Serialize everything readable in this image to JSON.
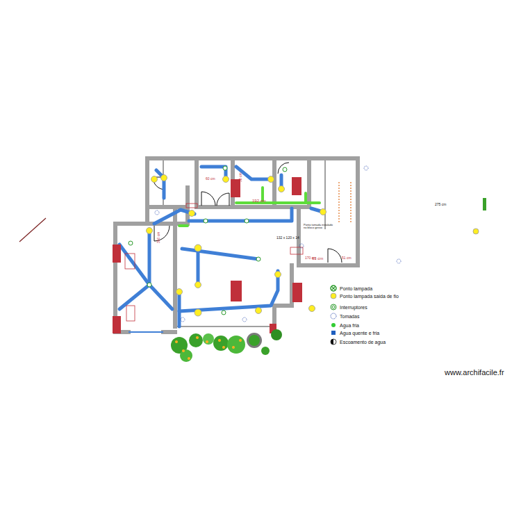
{
  "diagram": {
    "labels": [
      "192 cm",
      "60 cm",
      "58 cm",
      "170 cm",
      "61 cm",
      "51 cm",
      "132 x 120 x 14",
      "Ponto tomada instalado no bloco gesso",
      "350 cm",
      "275 cm",
      "www.archifacile.fr"
    ],
    "legend": [
      {
        "text": "Ponto lampada"
      },
      {
        "text": "Ponto lampada saida de fio"
      },
      {
        "text": "Interruptores"
      },
      {
        "text": "Tomadas"
      },
      {
        "text": "Agua fria",
        "color": "#33cc33"
      },
      {
        "text": "Agua quente e fria",
        "color": "#1f5fbf"
      },
      {
        "text": "Escoamento de agua"
      }
    ]
  }
}
